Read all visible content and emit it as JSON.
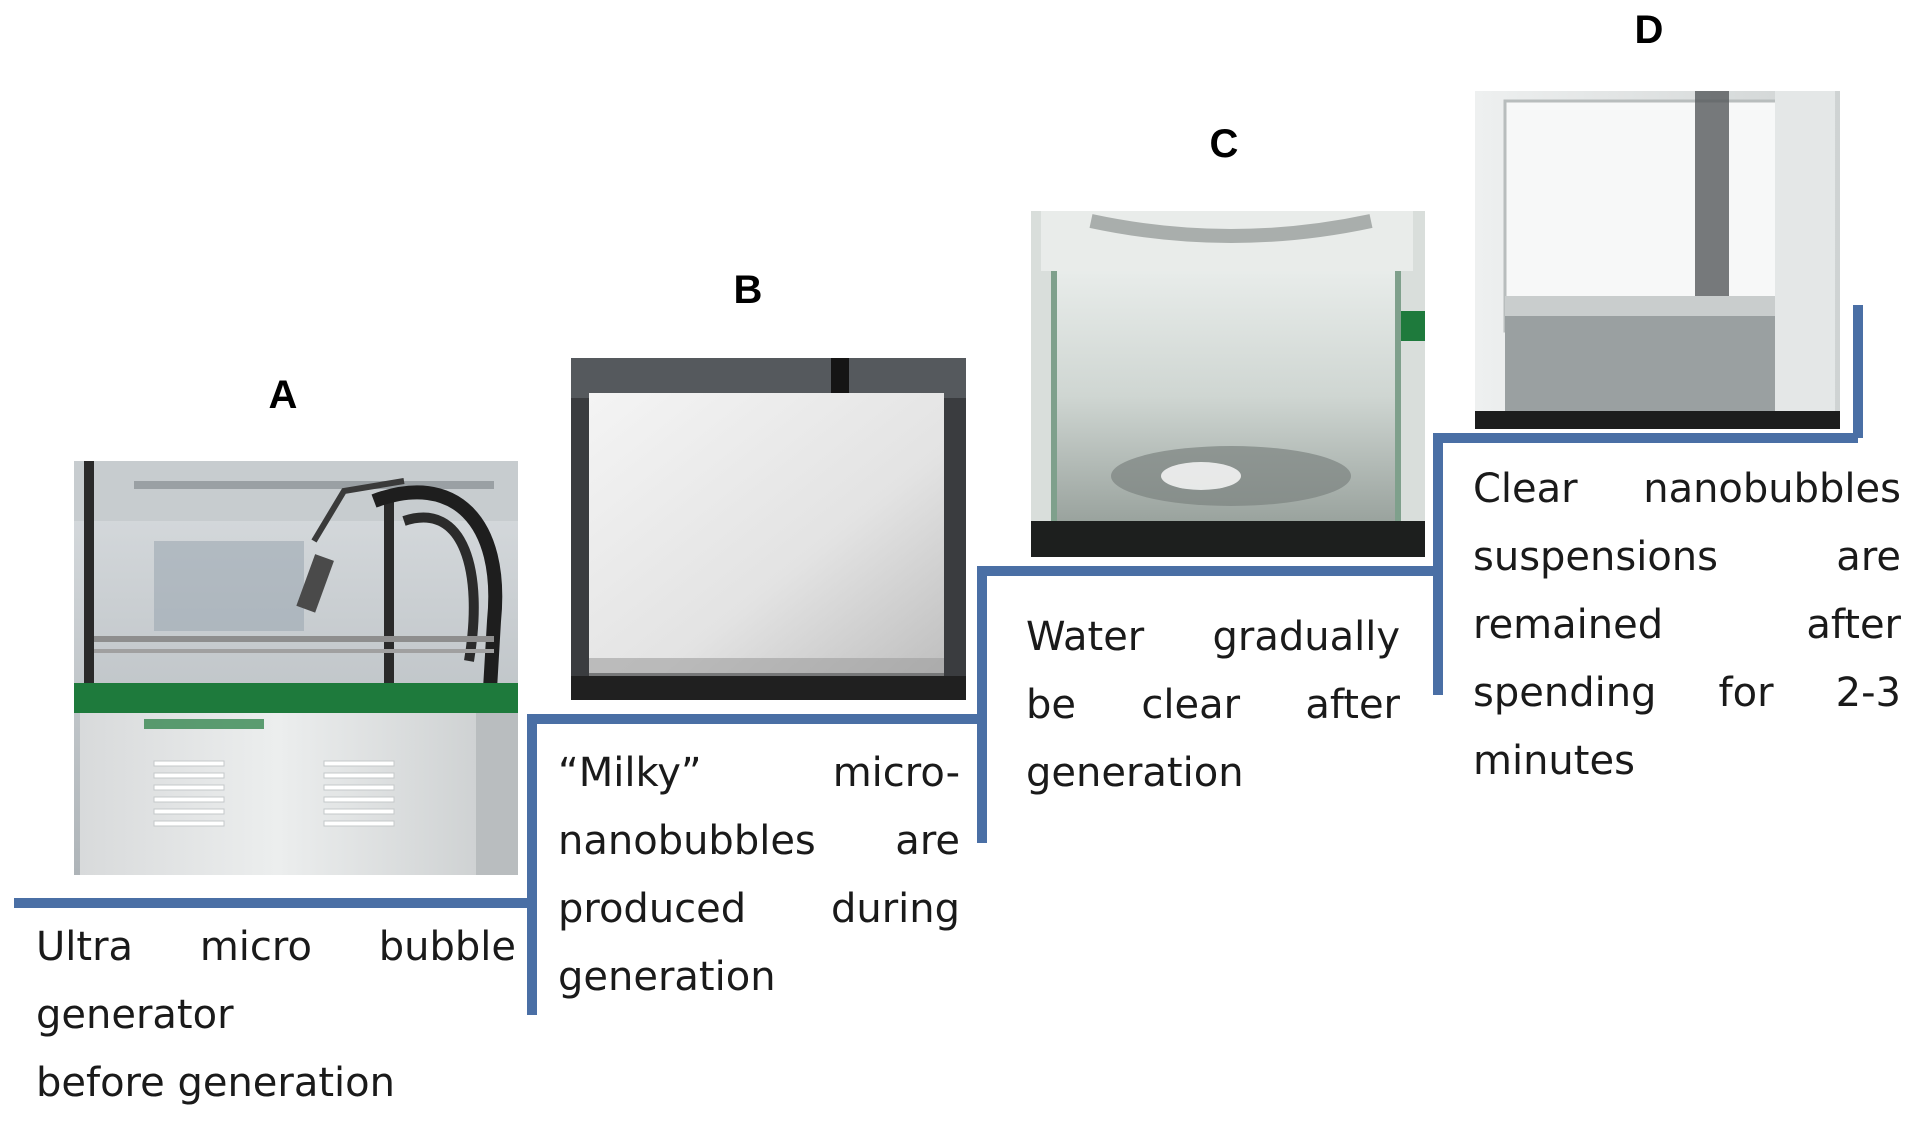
{
  "panels": [
    {
      "label": "A",
      "lines": [
        "Ultra micro bubble",
        "generator",
        "before generation"
      ],
      "photo": "bubble-generator-machine"
    },
    {
      "label": "B",
      "lines": [
        "“Milky” micro-",
        "nanobubbles are",
        "produced during",
        "generation"
      ],
      "photo": "milky-water-tank"
    },
    {
      "label": "C",
      "lines": [
        "Water gradually",
        "be clear after",
        "generation"
      ],
      "photo": "clearing-water-tank"
    },
    {
      "label": "D",
      "lines": [
        "Clear nanobubbles",
        "suspensions are",
        "remained after",
        "spending for 2-3",
        "minutes"
      ],
      "photo": "clear-water-tank"
    }
  ],
  "colors": {
    "staircase": "#4a6fa5",
    "text": "#1a1a1a",
    "machine_green": "#1e7a3c"
  }
}
